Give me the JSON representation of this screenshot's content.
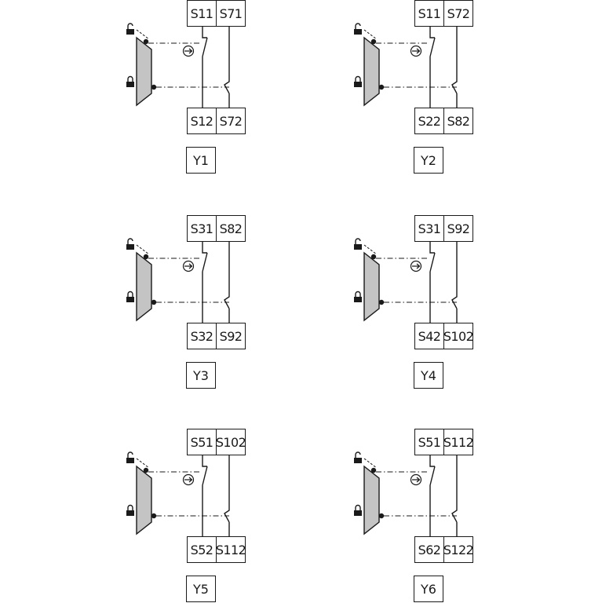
{
  "diagrams": [
    {
      "id": "Y1",
      "top_left": "S11",
      "top_right": "S71",
      "bottom_left": "S12",
      "bottom_right": "S72"
    },
    {
      "id": "Y2",
      "top_left": "S11",
      "top_right": "S72",
      "bottom_left": "S22",
      "bottom_right": "S82"
    },
    {
      "id": "Y3",
      "top_left": "S31",
      "top_right": "S82",
      "bottom_left": "S32",
      "bottom_right": "S92"
    },
    {
      "id": "Y4",
      "top_left": "S31",
      "top_right": "S92",
      "bottom_left": "S42",
      "bottom_right": "S102"
    },
    {
      "id": "Y5",
      "top_left": "S51",
      "top_right": "S102",
      "bottom_left": "S52",
      "bottom_right": "S112"
    },
    {
      "id": "Y6",
      "top_left": "S51",
      "top_right": "S112",
      "bottom_left": "S62",
      "bottom_right": "S122"
    }
  ],
  "icons": {
    "unlocked": "padlock-open-icon",
    "locked": "padlock-closed-icon",
    "positive_opening": "positive-opening-arrow-icon"
  },
  "colors": {
    "line": "#1a1a1a",
    "actuator_fill": "#c4c4c4"
  }
}
